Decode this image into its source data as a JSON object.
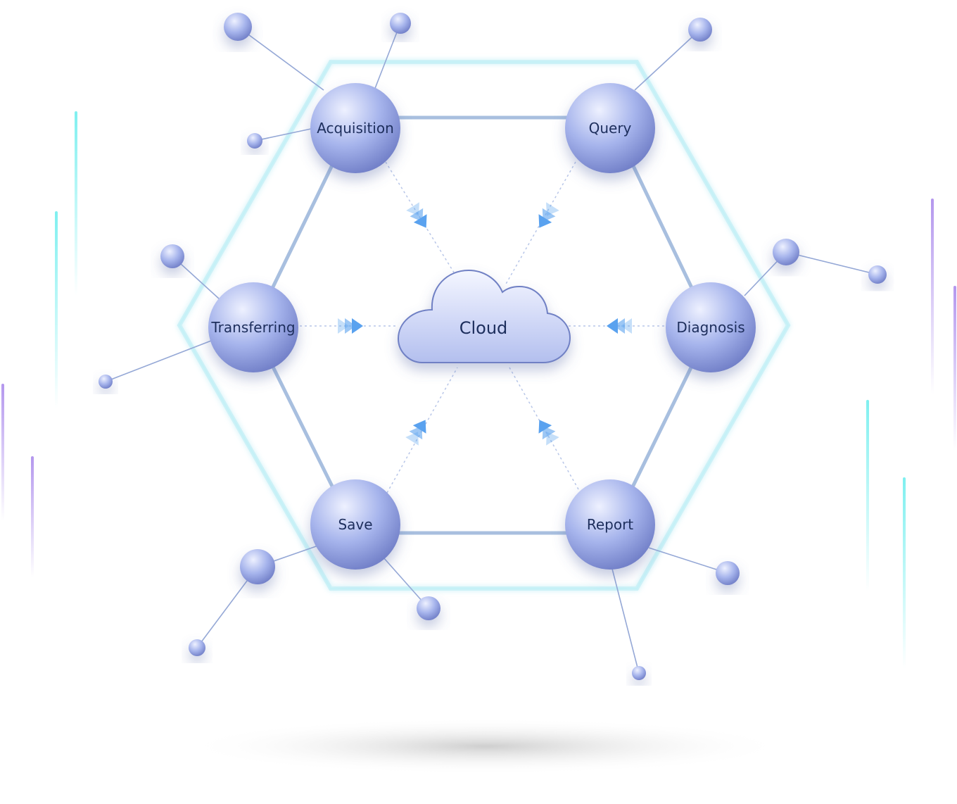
{
  "center": {
    "label": "Cloud"
  },
  "nodes": [
    {
      "id": "acquisition",
      "label": "Acquisition"
    },
    {
      "id": "query",
      "label": "Query"
    },
    {
      "id": "diagnosis",
      "label": "Diagnosis"
    },
    {
      "id": "report",
      "label": "Report"
    },
    {
      "id": "save",
      "label": "Save"
    },
    {
      "id": "transferring",
      "label": "Transferring"
    }
  ],
  "colors": {
    "node": "#a6b4ec",
    "node_highlight": "#eef1ff",
    "node_shadow": "#7381c9",
    "hex_outer": "#a4e6f2",
    "hex_inner": "#9eb8dc",
    "arrow": "#5aa2ef",
    "label": "#1d2e5c",
    "accent_cyan": "#7ff0f0",
    "accent_purple": "#b497ee"
  },
  "icons": {
    "center": "cloud-icon",
    "flow": "triple-chevron-arrow-icon"
  }
}
